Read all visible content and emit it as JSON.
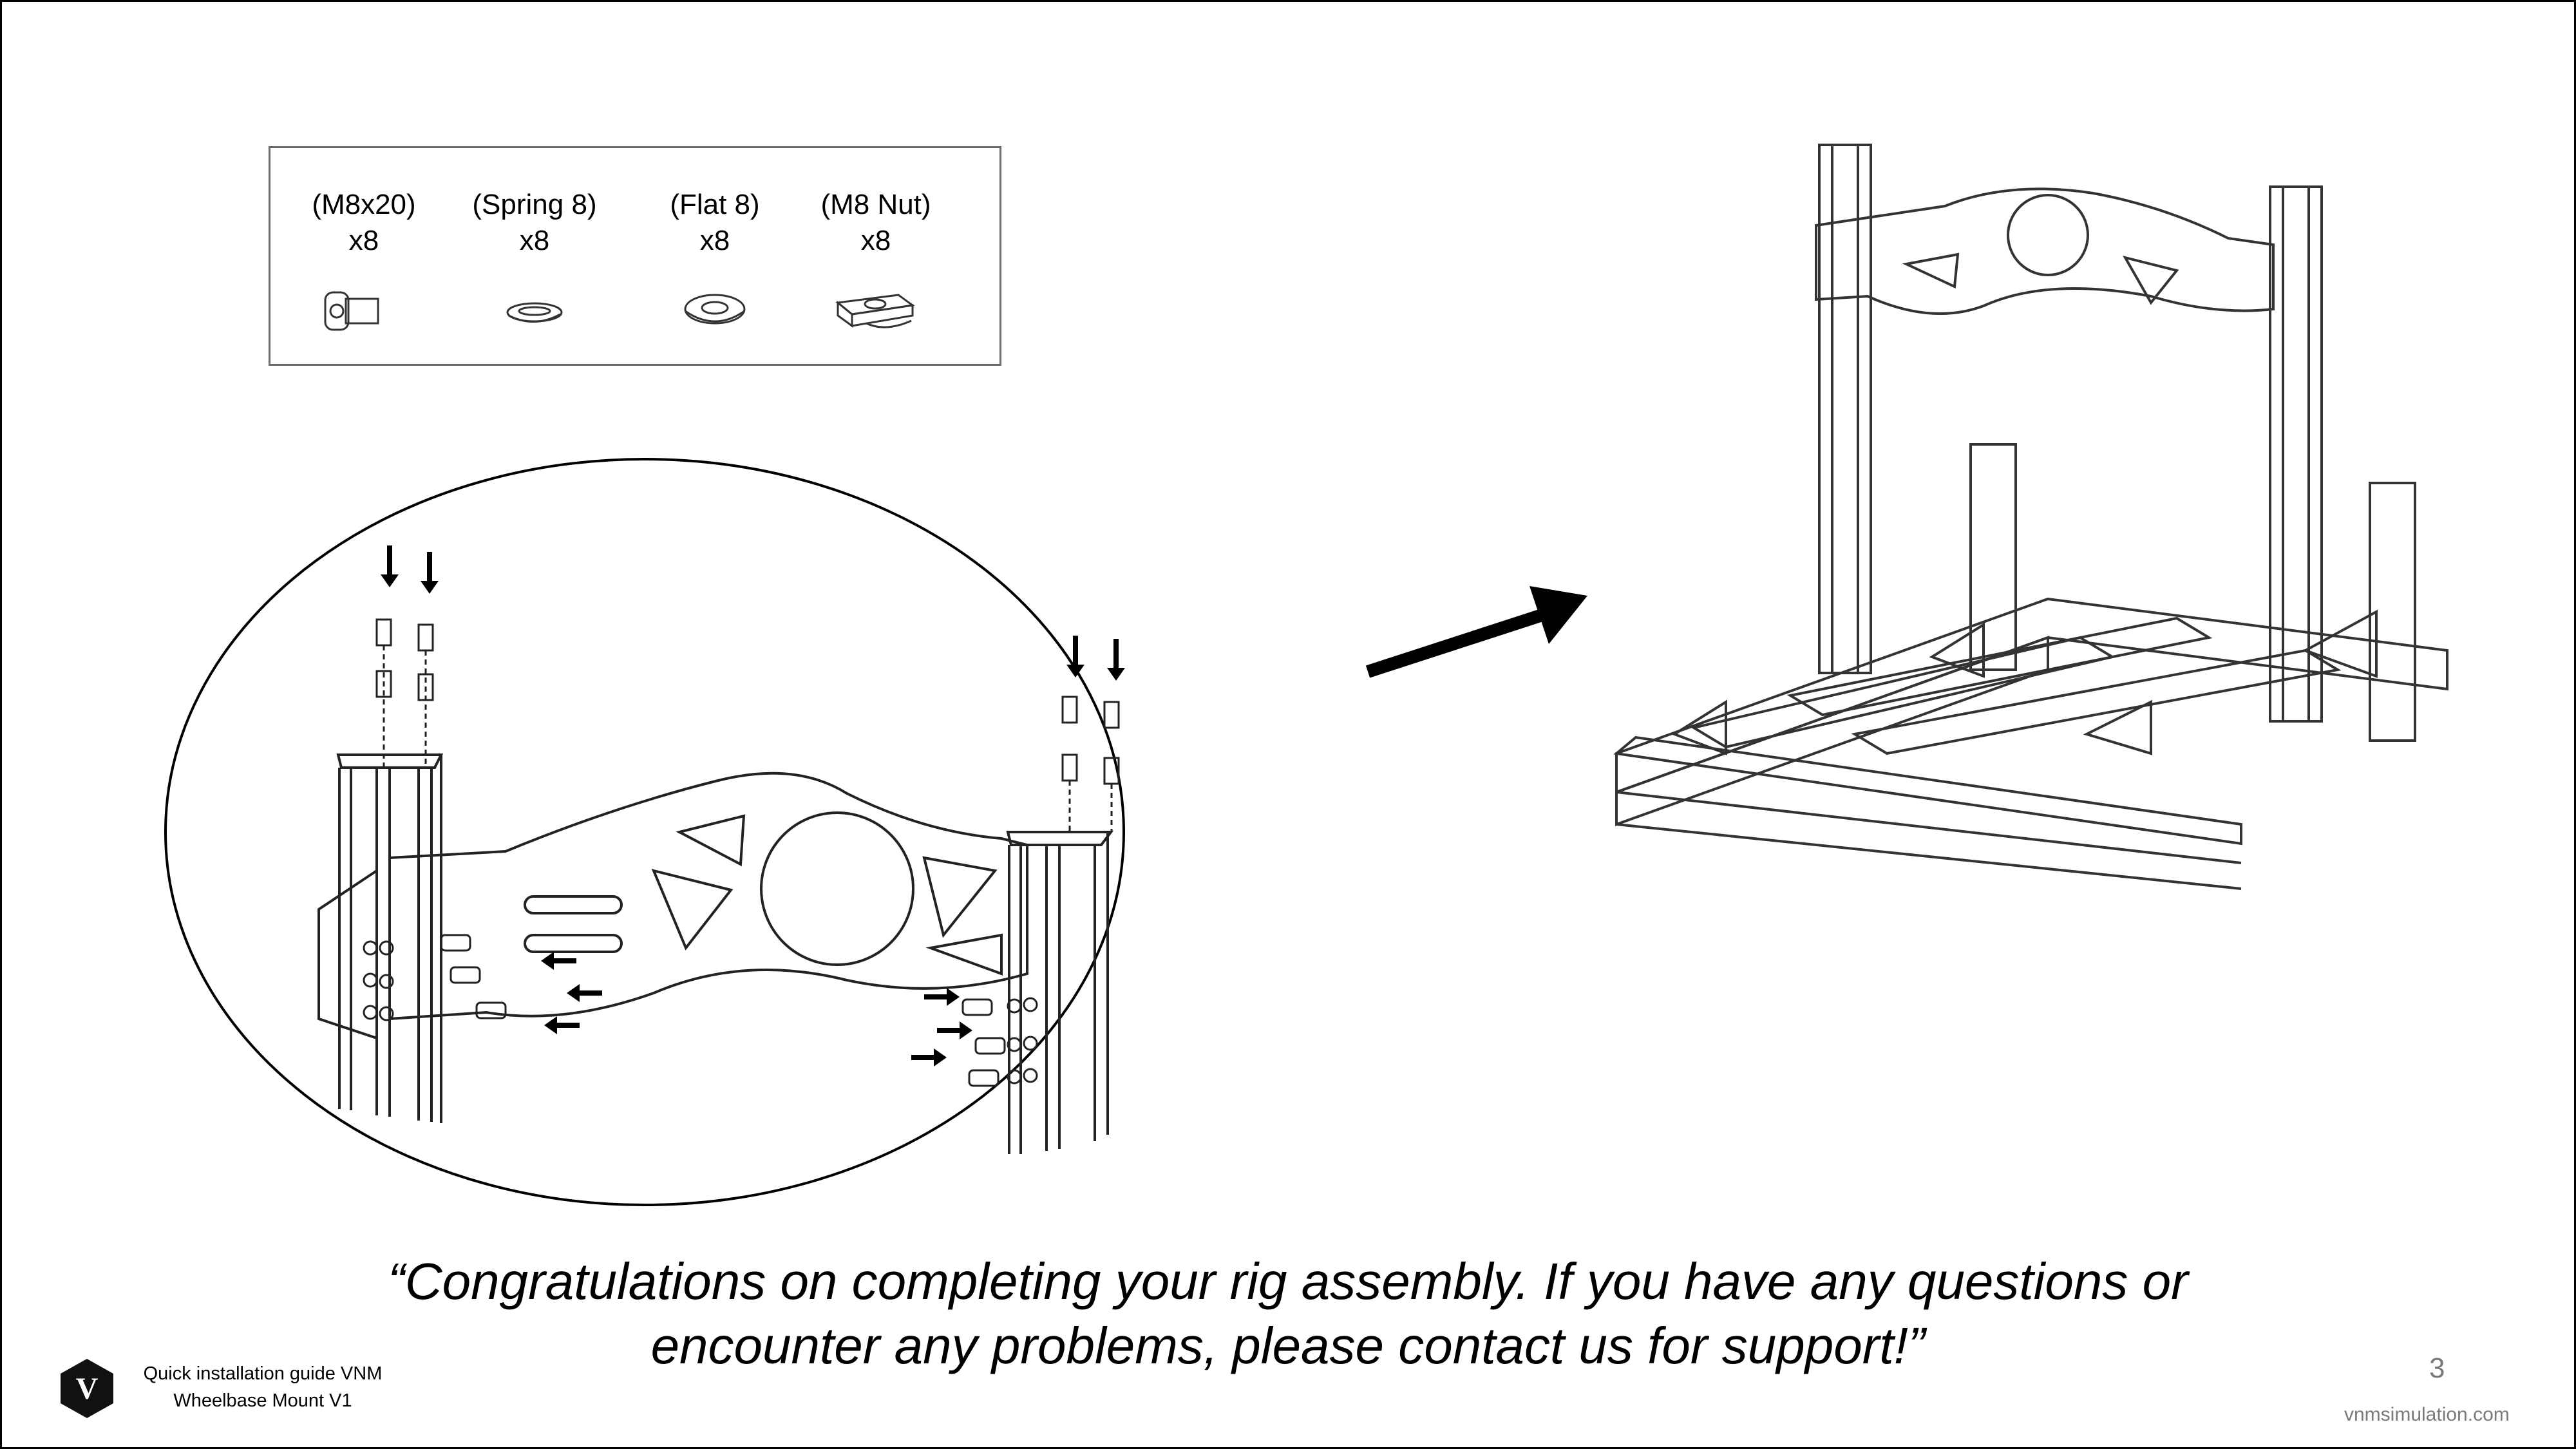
{
  "parts": [
    {
      "name": "(M8x20)",
      "qty": "x8",
      "icon": "bolt-icon"
    },
    {
      "name": "(Spring 8)",
      "qty": "x8",
      "icon": "spring-washer-icon"
    },
    {
      "name": "(Flat 8)",
      "qty": "x8",
      "icon": "flat-washer-icon"
    },
    {
      "name": "(M8 Nut)",
      "qty": "x8",
      "icon": "t-nut-icon"
    }
  ],
  "quote_line1": "“Congratulations on completing your rig assembly. If you have any questions or",
  "quote_line2": "encounter any problems, please contact us for support!”",
  "footer": {
    "logo_letter": "V",
    "guide_line1": "Quick installation guide VNM",
    "guide_line2": "Wheelbase Mount V1",
    "page_number": "3",
    "website": "vnmsimulation.com"
  },
  "colors": {
    "line": "#1a1a1a",
    "border": "#000000",
    "muted": "#7a7a7a"
  }
}
